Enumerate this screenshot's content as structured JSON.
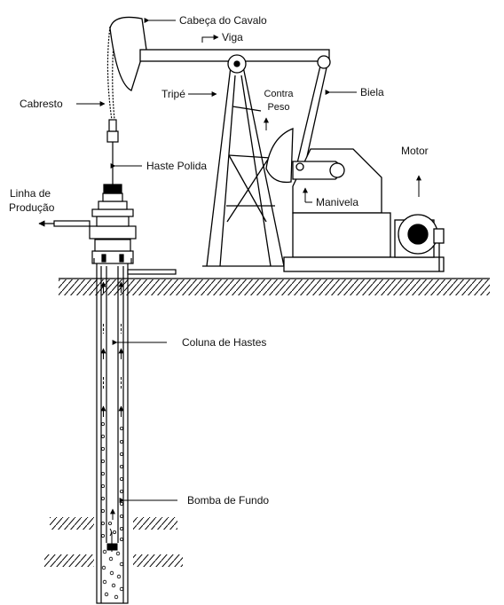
{
  "labels": {
    "cabeca_do_cavalo": "Cabeça do Cavalo",
    "viga": "Viga",
    "cabresto": "Cabresto",
    "tripe": "Tripé",
    "contra_peso_line1": "Contra",
    "contra_peso_line2": "Peso",
    "biela": "Biela",
    "motor": "Motor",
    "haste_polida": "Haste Polida",
    "manivela": "Manivela",
    "linha_de_producao_line1": "Linha de",
    "linha_de_producao_line2": "Produção",
    "coluna_de_hastes": "Coluna de Hastes",
    "bomba_de_fundo": "Bomba de Fundo"
  }
}
